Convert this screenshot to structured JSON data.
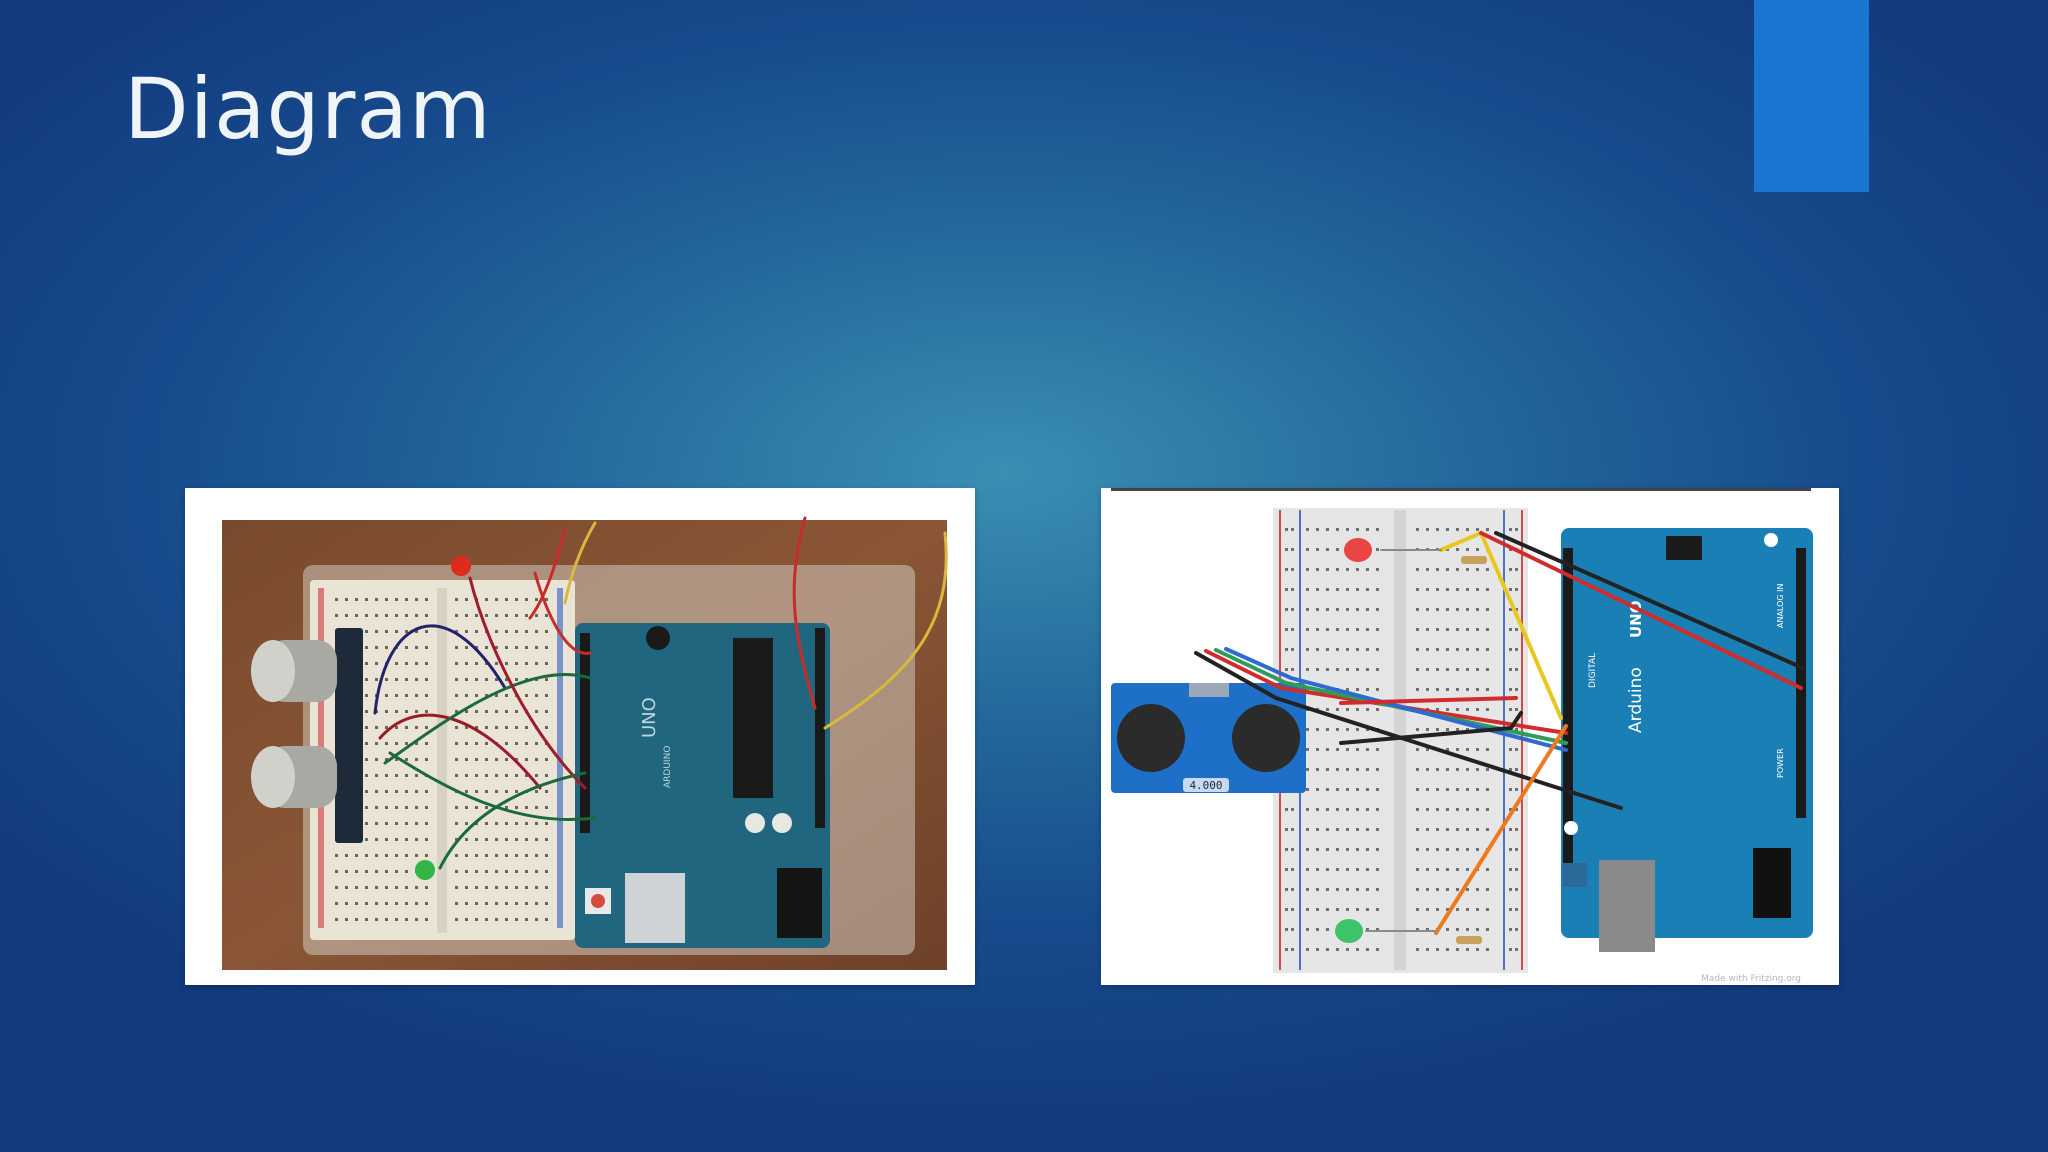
{
  "slide": {
    "title": "Diagram"
  },
  "schematic": {
    "board_brand": "Arduino",
    "board_model": "UNO",
    "sensor_readout": "4.000",
    "digital_label": "DIGITAL",
    "analog_label": "ANALOG IN",
    "power_label": "POWER",
    "footer": "Made with Fritzing.org"
  },
  "photo": {
    "board_model": "UNO",
    "board_brand": "ARDUINO"
  },
  "colors": {
    "accent": "#1976d2",
    "title_text": "#eef4f8",
    "board_blue": "#1a7fb5",
    "sensor_blue": "#1e6fc8"
  }
}
